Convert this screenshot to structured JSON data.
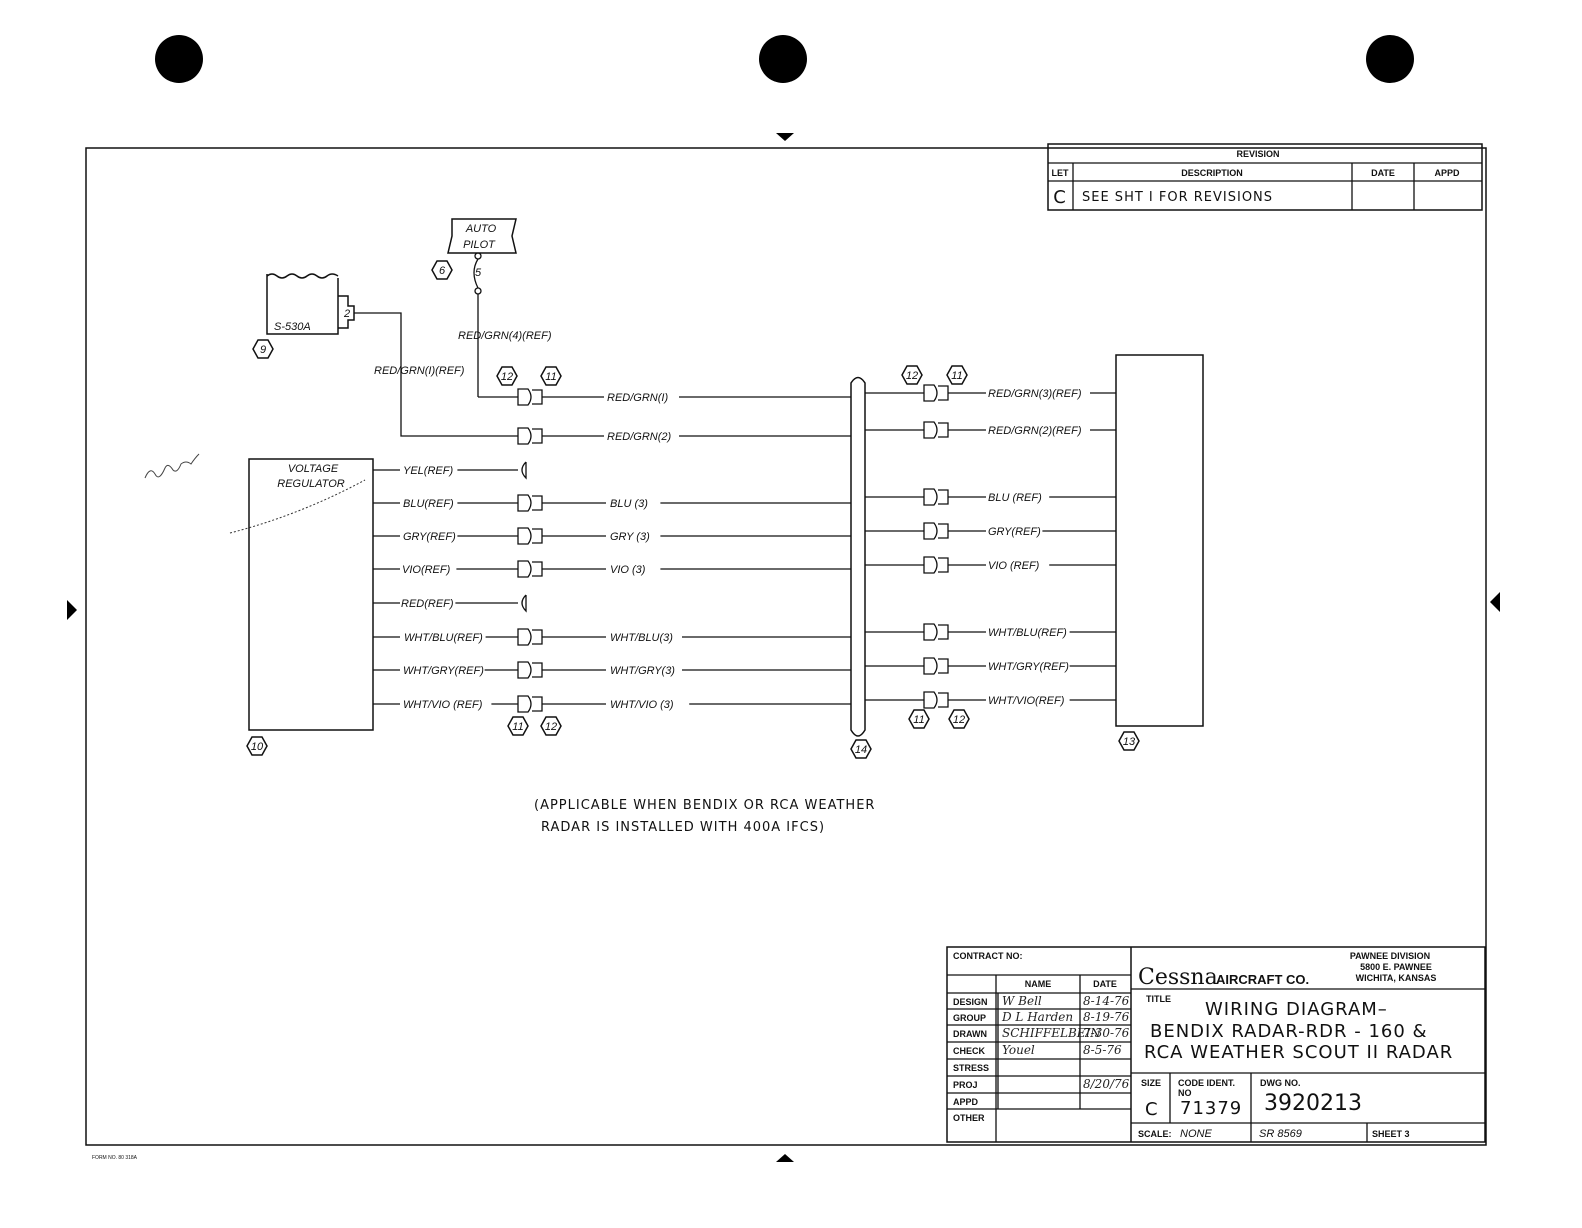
{
  "revision": {
    "header": "REVISION",
    "col_let": "LET",
    "col_description": "DESCRIPTION",
    "col_date": "DATE",
    "col_appd": "APPD",
    "row_let": "C",
    "row_description": "SEE SHT I FOR REVISIONS"
  },
  "components": {
    "autopilot": "AUTO PILOT",
    "autopilot_line1": "AUTO",
    "autopilot_line2": "PILOT",
    "autopilot_ref": "6",
    "autopilot_pin": "5",
    "s530a": "S-530A",
    "s530a_ref": "9",
    "s530a_pin": "2",
    "voltage_regulator_line1": "VOLTAGE",
    "voltage_regulator_line2": "REGULATOR",
    "voltage_regulator_ref": "10",
    "radar_unit_ref": "13",
    "harness_ref": "14"
  },
  "connector_refs": {
    "top_left": [
      "12",
      "11"
    ],
    "top_right": [
      "12",
      "11"
    ],
    "bottom_left": [
      "11",
      "12"
    ],
    "bottom_right": [
      "11",
      "12"
    ]
  },
  "wires": {
    "autopilot_wire": "RED/GRN(4)(REF)",
    "s530a_wire": "RED/GRN(I)(REF)",
    "left_labels": [
      "YEL(REF)",
      "BLU(REF)",
      "GRY(REF)",
      "VIO(REF)",
      "RED(REF)",
      "WHT/BLU(REF)",
      "WHT/GRY(REF)",
      "WHT/VIO (REF)"
    ],
    "middle_labels": [
      "RED/GRN(I)",
      "RED/GRN(2)",
      "BLU (3)",
      "GRY (3)",
      "VIO (3)",
      "WHT/BLU(3)",
      "WHT/GRY(3)",
      "WHT/VIO (3)"
    ],
    "right_labels": [
      "RED/GRN(3)(REF)",
      "RED/GRN(2)(REF)",
      "BLU (REF)",
      "GRY(REF)",
      "VIO (REF)",
      "WHT/BLU(REF)",
      "WHT/GRY(REF)",
      "WHT/VIO(REF)"
    ]
  },
  "note": {
    "line1": "(APPLICABLE WHEN BENDIX OR RCA WEATHER",
    "line2": "RADAR IS INSTALLED WITH 400A IFCS)"
  },
  "title_block": {
    "contract_no": "CONTRACT NO:",
    "col_name": "NAME",
    "col_date": "DATE",
    "rows": [
      {
        "role": "DESIGN",
        "name": "W Bell",
        "date": "8-14-76"
      },
      {
        "role": "GROUP",
        "name": "D L Harden",
        "date": "8-19-76"
      },
      {
        "role": "DRAWN",
        "name": "SCHIFFELBEIN",
        "date": "7-30-76"
      },
      {
        "role": "CHECK",
        "name": "Youel",
        "date": "8-5-76"
      },
      {
        "role": "STRESS",
        "name": "",
        "date": ""
      },
      {
        "role": "PROJ",
        "name": "",
        "date": "8/20/76"
      },
      {
        "role": "APPD",
        "name": "",
        "date": ""
      },
      {
        "role": "OTHER",
        "name": "",
        "date": ""
      }
    ],
    "company": "Cessna",
    "company_suffix": "AIRCRAFT CO.",
    "division_line1": "PAWNEE DIVISION",
    "division_line2": "5800 E. PAWNEE",
    "division_line3": "WICHITA, KANSAS",
    "title_label": "TITLE",
    "title_line1": "WIRING DIAGRAM–",
    "title_line2": "BENDIX RADAR-RDR - 160 &",
    "title_line3": "RCA WEATHER SCOUT II RADAR",
    "size_label": "SIZE",
    "size_value": "C",
    "code_ident_label": "CODE IDENT.",
    "code_ident_no": "NO",
    "code_ident_value": "71379",
    "dwg_no_label": "DWG NO.",
    "dwg_no_value": "3920213",
    "scale_label": "SCALE:",
    "scale_value": "NONE",
    "sr_value": "SR 8569",
    "sheet_value": "SHEET 3"
  },
  "form_no": "FORM NO. 80 318A"
}
